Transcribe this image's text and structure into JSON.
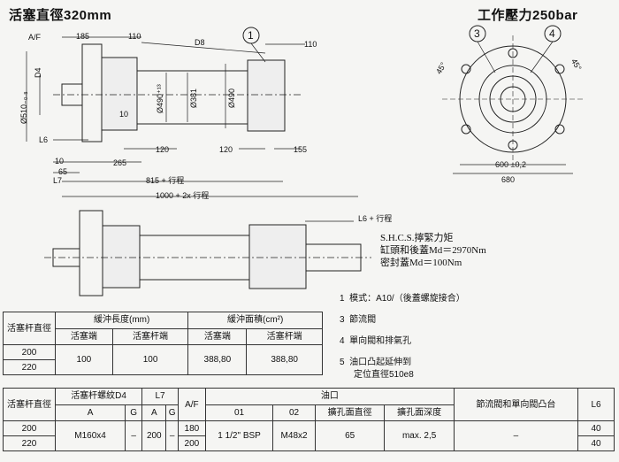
{
  "titles": {
    "left": "活塞直徑320mm",
    "right": "工作壓力250bar"
  },
  "dims": {
    "af": "A/F",
    "d185": "185",
    "d110a": "110",
    "d8": "D8",
    "d110b": "110",
    "d4": "D4",
    "d510": "Ø510₋₀.₈",
    "d490_13": "Ø490⁺¹³",
    "d381": "Ø381",
    "d490": "Ø490",
    "d10a": "10",
    "l6": "L6",
    "d120a": "120",
    "d120b": "120",
    "d155": "155",
    "d10b": "10",
    "d265": "265",
    "d65": "65",
    "l7": "L7",
    "d815": "815 + 行程",
    "d1000": "1000 + 2x 行程",
    "l6b": "L6 + 行程",
    "d450a": "45°",
    "d450b": "45°",
    "d600": "600 ±0,2",
    "d680": "680"
  },
  "balloons": [
    "1",
    "3",
    "4"
  ],
  "fastener_notes": [
    "S.H.C.S.擰緊力矩",
    "缸頭和後蓋Md＝2970Nm",
    "密封蓋Md＝100Nm"
  ],
  "legend": [
    {
      "num": "1",
      "text": "模式：A10/（後蓋螺旋接合）"
    },
    {
      "num": "3",
      "text": "節流閥"
    },
    {
      "num": "4",
      "text": "單向閥和排氣孔"
    },
    {
      "num": "5",
      "text": "油口凸起延伸到"
    },
    {
      "num": "",
      "text": "定位直徑510e8"
    }
  ],
  "table1": {
    "col_rod": "活塞杆直徑",
    "group_len": "緩沖長度(mm)",
    "group_area": "緩沖面積(cm²)",
    "sub_head": "活塞端",
    "sub_rod": "活塞杆端",
    "sub_head2": "活塞端",
    "sub_rod2": "活塞杆端",
    "rows": [
      {
        "rod": "200"
      },
      {
        "rod": "220"
      }
    ],
    "len_head": "100",
    "len_rod": "100",
    "area_head": "388,80",
    "area_rod": "388,80"
  },
  "table2": {
    "col_rod": "活塞杆直徑",
    "thread": "活塞杆螺紋D4",
    "l7": "L7",
    "af": "A/F",
    "port": "油口",
    "valve": "節流閥和單向閥凸台",
    "l6": "L6",
    "sub": [
      "A",
      "G",
      "A",
      "G",
      "01",
      "02",
      "擴孔面直徑",
      "擴孔面深度"
    ],
    "rod_vals": [
      "200",
      "220"
    ],
    "thread_a": "M160x4",
    "thread_g": "–",
    "l7_a": "200",
    "l7_g": "–",
    "af_vals": [
      "180",
      "200"
    ],
    "p01": "1 1/2\" BSP",
    "p02": "M48x2",
    "cb_dia": "65",
    "cb_depth": "max. 2,5",
    "valve_val": "–",
    "l6_vals": [
      "40",
      "40"
    ]
  }
}
